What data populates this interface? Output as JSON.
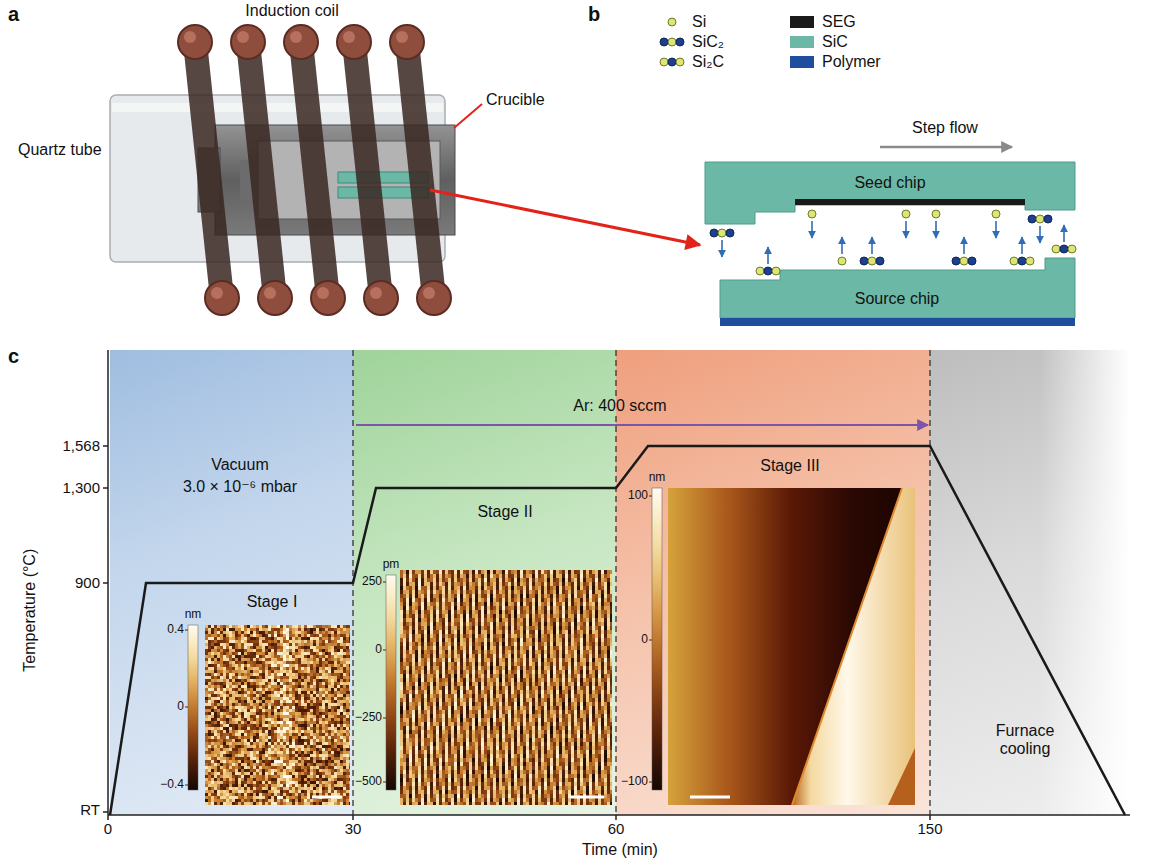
{
  "diagram": {
    "nodes": [
      {
        "text": [
          "Seed chip"
        ]
      },
      {
        "text": [
          "Source chip"
        ]
      },
      {
        "text": [
          "Vacuum",
          "3.0 × 10⁻⁶ mbar",
          "Stage I"
        ]
      },
      {
        "text": [
          "Stage II"
        ]
      },
      {
        "text": [
          "Stage III"
        ]
      },
      {
        "text": [
          "Furnace cooling"
        ]
      }
    ],
    "labels": [
      "a",
      "Induction coil",
      "Quartz tube",
      "Crucible",
      "b",
      "Step flow",
      "c",
      "Ar: 400 sccm",
      "1,568",
      "1,300",
      "900",
      "RT",
      "Temperature (°C)",
      "0",
      "30",
      "60",
      "150",
      "Time (min)",
      "nm",
      "0.4",
      "0",
      "−0.4",
      "pm",
      "250",
      "0",
      "−250",
      "−500",
      "nm",
      "100",
      "0",
      "−100"
    ],
    "legend": [
      {
        "text": "Si"
      },
      {
        "text": "SiC₂"
      },
      {
        "text": "Si₂C"
      },
      {
        "text": "SEG",
        "color": "#1a1a1a"
      },
      {
        "text": "SiC",
        "color": "#6bb8a6"
      },
      {
        "text": "Polymer",
        "color": "#1f4e9e"
      }
    ]
  }
}
